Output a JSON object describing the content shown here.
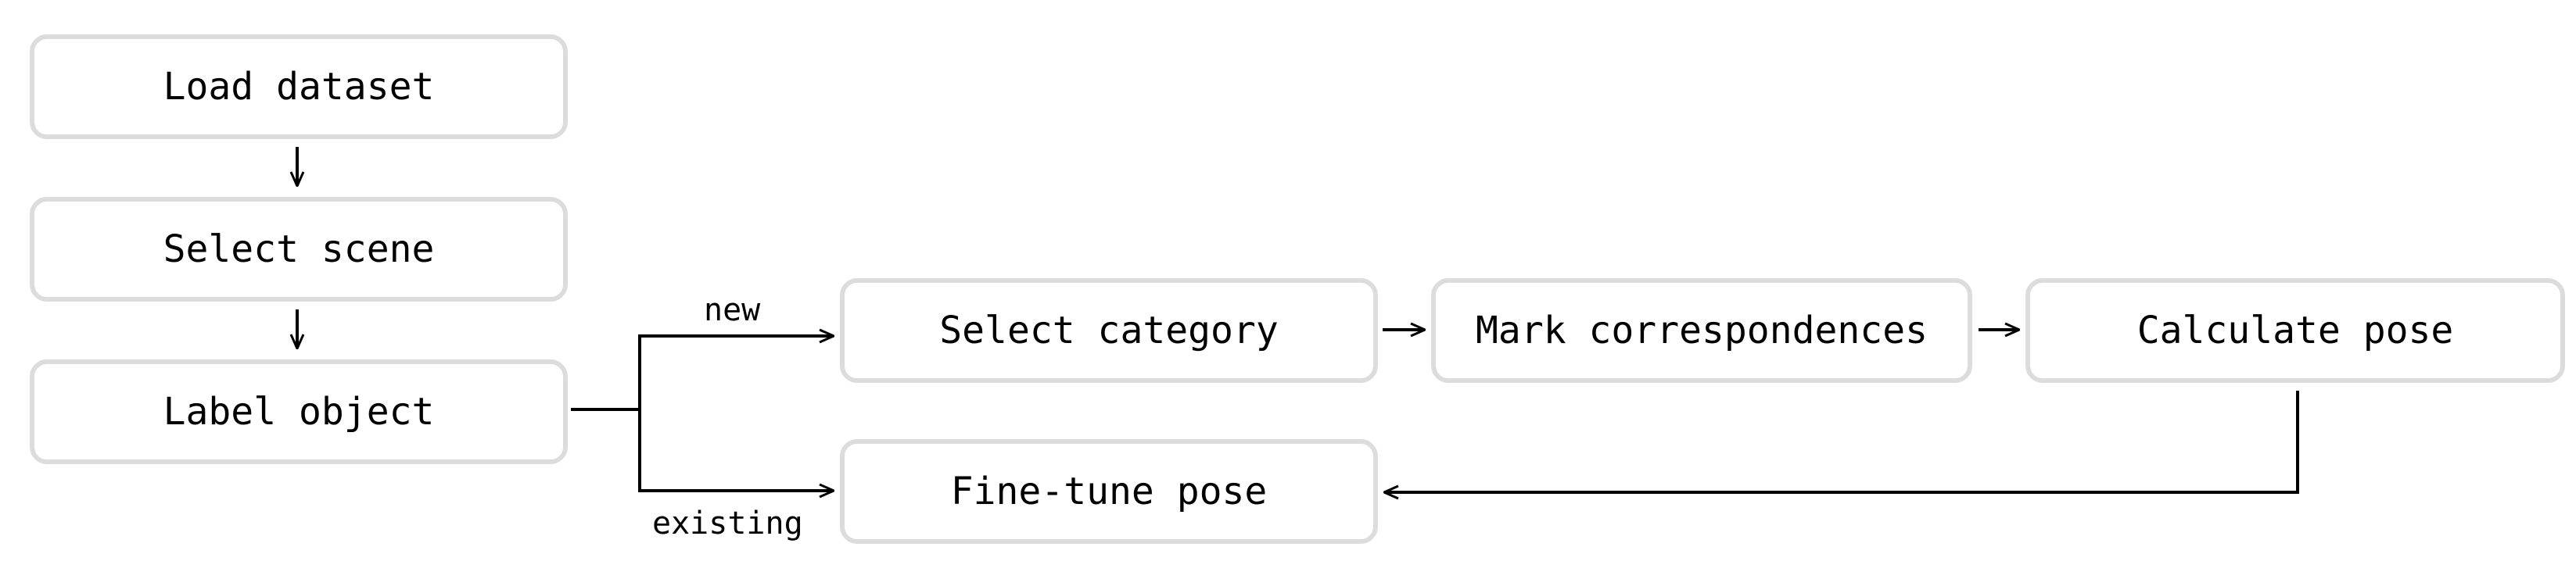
{
  "nodes": {
    "load_dataset": "Load dataset",
    "select_scene": "Select scene",
    "label_object": "Label object",
    "select_category": "Select category",
    "mark_correspondences": "Mark correspondences",
    "calculate_pose": "Calculate pose",
    "fine_tune_pose": "Fine-tune pose"
  },
  "edge_labels": {
    "new": "new",
    "existing": "existing"
  },
  "colors": {
    "box_border": "#dcdcdc",
    "line": "#000000"
  }
}
